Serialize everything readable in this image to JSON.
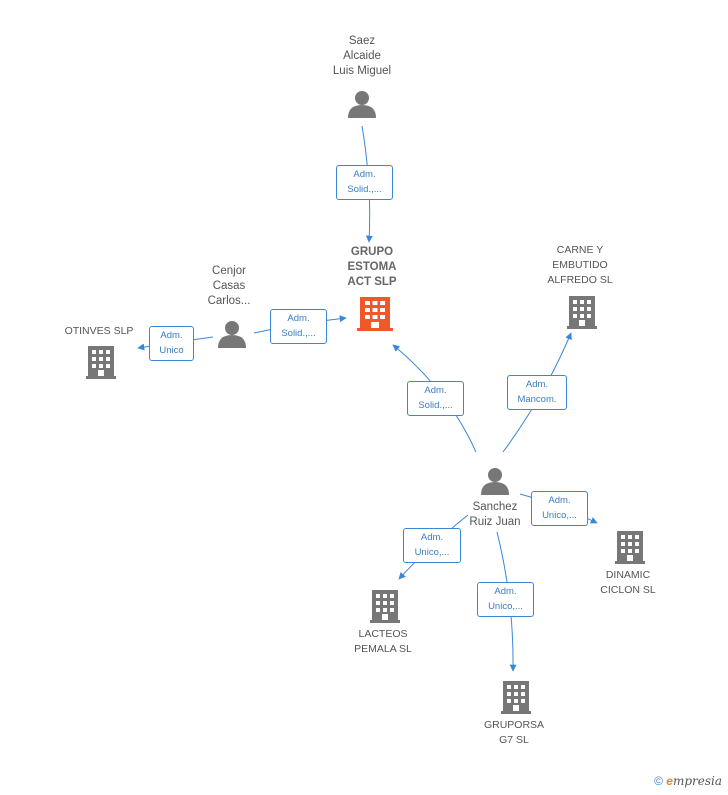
{
  "nodes": {
    "saez": {
      "lines": [
        "Saez",
        "Alcaide",
        "Luis Miguel"
      ],
      "kind": "person"
    },
    "grupo": {
      "lines": [
        "GRUPO",
        "ESTOMA",
        "ACT  SLP"
      ],
      "kind": "company-main"
    },
    "cenjor": {
      "lines": [
        "Cenjor",
        "Casas",
        "Carlos..."
      ],
      "kind": "person"
    },
    "otinves": {
      "lines": [
        "OTINVES SLP"
      ],
      "kind": "company"
    },
    "carne": {
      "lines": [
        "CARNE Y",
        "EMBUTIDO",
        "ALFREDO SL"
      ],
      "kind": "company"
    },
    "sanchez": {
      "lines": [
        "Sanchez",
        "Ruiz Juan"
      ],
      "kind": "person"
    },
    "dinamic": {
      "lines": [
        "DINAMIC",
        "CICLON  SL"
      ],
      "kind": "company"
    },
    "lacteos": {
      "lines": [
        "LACTEOS",
        "PEMALA SL"
      ],
      "kind": "company"
    },
    "gruporsa": {
      "lines": [
        "GRUPORSA",
        "G7  SL"
      ],
      "kind": "company"
    }
  },
  "edges": {
    "saez_grupo": [
      "Adm.",
      "Solid.,..."
    ],
    "cenjor_grupo": [
      "Adm.",
      "Solid.,..."
    ],
    "cenjor_otinves": [
      "Adm.",
      "Unico"
    ],
    "sanchez_grupo": [
      "Adm.",
      "Solid.,..."
    ],
    "sanchez_carne": [
      "Adm.",
      "Mancom."
    ],
    "sanchez_dinamic": [
      "Adm.",
      "Unico,..."
    ],
    "sanchez_lacteos": [
      "Adm.",
      "Unico,..."
    ],
    "sanchez_gruporsa": [
      "Adm.",
      "Unico,..."
    ]
  },
  "colors": {
    "edge": "#3a87d6",
    "person_icon": "#777777",
    "company_icon": "#777777",
    "main_company_icon": "#f0582a"
  },
  "footer": {
    "copyright": "©",
    "brand_initial": "e",
    "brand_rest": "mpresia"
  }
}
